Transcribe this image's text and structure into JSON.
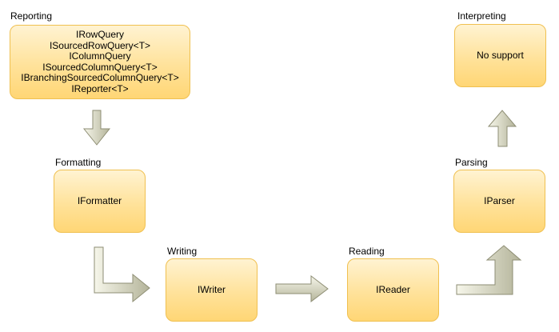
{
  "colors": {
    "node_fill_top": "#fff3d2",
    "node_fill_bottom": "#ffd675",
    "node_border": "#f0c050",
    "arrow_fill_light": "#f6f6ea",
    "arrow_fill_dark": "#b4b49a",
    "arrow_stroke": "#8e8e74"
  },
  "stages": {
    "reporting": {
      "label": "Reporting",
      "lines": [
        "IRowQuery",
        "ISourcedRowQuery<T>",
        "IColumnQuery",
        "ISourcedColumnQuery<T>",
        "IBranchingSourcedColumnQuery<T>",
        "IReporter<T>"
      ]
    },
    "formatting": {
      "label": "Formatting",
      "lines": [
        "IFormatter"
      ]
    },
    "writing": {
      "label": "Writing",
      "lines": [
        "IWriter"
      ]
    },
    "reading": {
      "label": "Reading",
      "lines": [
        "IReader"
      ]
    },
    "parsing": {
      "label": "Parsing",
      "lines": [
        "IParser"
      ]
    },
    "interpreting": {
      "label": "Interpreting",
      "lines": [
        "No support"
      ]
    }
  },
  "arrows": [
    {
      "name": "arrow-reporting-to-formatting",
      "direction": "down"
    },
    {
      "name": "arrow-formatting-to-writing",
      "direction": "elbow-down-right"
    },
    {
      "name": "arrow-writing-to-reading",
      "direction": "right"
    },
    {
      "name": "arrow-reading-to-parsing",
      "direction": "elbow-right-up"
    },
    {
      "name": "arrow-parsing-to-interpreting",
      "direction": "up"
    }
  ]
}
